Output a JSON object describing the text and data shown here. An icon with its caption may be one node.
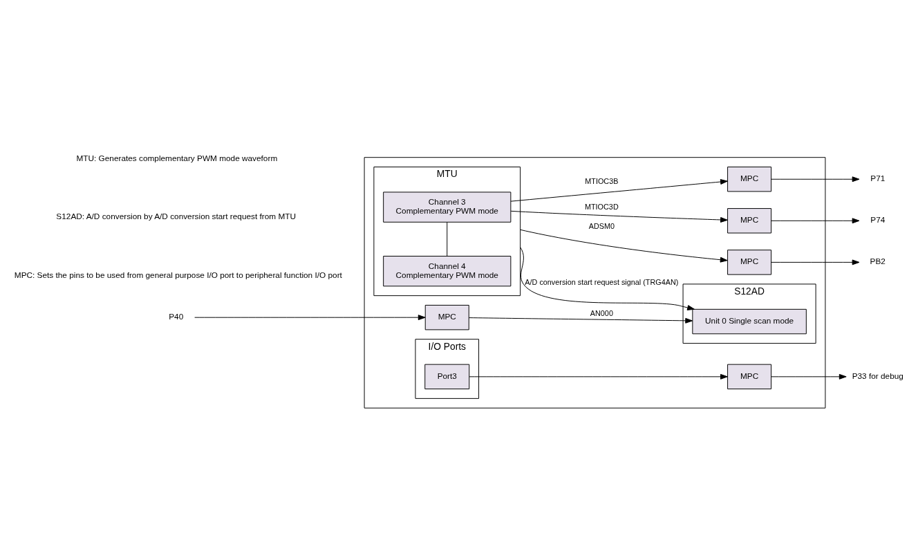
{
  "diagram": {
    "nodes": [
      {
        "text": [],
        "shape": "box"
      },
      {
        "text": [
          "MTU"
        ],
        "in": 0
      },
      {
        "text": [
          "Channel 3",
          "Complementary PWM mode"
        ],
        "in": 1
      },
      {
        "text": [
          "Channel 4",
          "Complementary PWM mode"
        ],
        "in": 1
      },
      {
        "text": [
          "MPC"
        ],
        "in": 0
      },
      {
        "text": [
          "MPC"
        ],
        "in": 0
      },
      {
        "text": [
          "MPC"
        ],
        "in": 0
      },
      {
        "text": [
          "P71"
        ]
      },
      {
        "text": [
          "P74"
        ]
      },
      {
        "text": [
          "PB2"
        ]
      },
      {
        "text": [
          "S12AD"
        ],
        "in": 0
      },
      {
        "text": [
          "Unit 0 Single scan mode"
        ],
        "in": 10
      },
      {
        "text": [
          "P40"
        ]
      },
      {
        "text": [
          "MPC"
        ],
        "in": 0
      },
      {
        "text": [
          "I/O Ports"
        ],
        "in": 0
      },
      {
        "text": [
          "Port3"
        ],
        "in": 14
      },
      {
        "text": [
          "MPC"
        ],
        "in": 0
      },
      {
        "text": [
          "P33 for debug"
        ]
      }
    ],
    "edges": [
      {
        "from": 2,
        "to": 4,
        "arrow": "to",
        "label": "MTIOC3B"
      },
      {
        "from": 2,
        "to": 5,
        "arrow": "to",
        "label": "MTIOC3D"
      },
      {
        "from": 2,
        "to": 3,
        "arrow": "none"
      },
      {
        "from": 1,
        "to": 6,
        "arrow": "to",
        "label": "ADSM0"
      },
      {
        "from": 1,
        "to": 11,
        "arrow": "to",
        "label": "A/D conversion start request signal (TRG4AN)"
      },
      {
        "from": 4,
        "to": 7,
        "arrow": "to"
      },
      {
        "from": 5,
        "to": 8,
        "arrow": "to"
      },
      {
        "from": 6,
        "to": 9,
        "arrow": "to"
      },
      {
        "from": 12,
        "to": 13,
        "arrow": "to"
      },
      {
        "from": 13,
        "to": 11,
        "arrow": "to",
        "label": "AN000"
      },
      {
        "from": 15,
        "to": 16,
        "arrow": "to"
      },
      {
        "from": 16,
        "to": 17,
        "arrow": "to"
      }
    ],
    "labels": [
      "MTU: Generates complementary PWM mode waveform",
      "S12AD: A/D conversion by A/D conversion start request from MTU",
      "MPC: Sets the pins to be used from general purpose I/O port to peripheral function I/O port"
    ]
  }
}
